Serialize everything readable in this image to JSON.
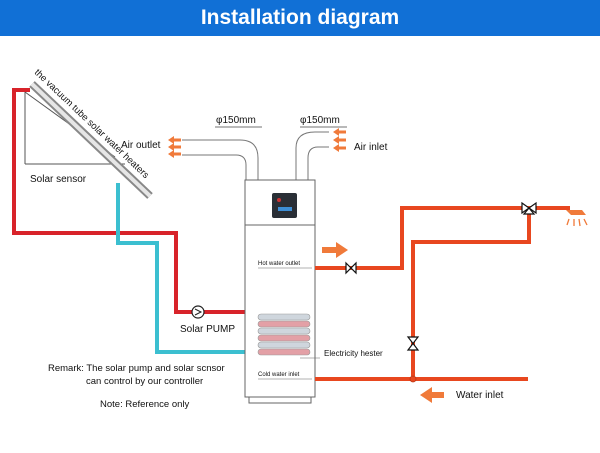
{
  "header": {
    "title": "Installation diagram"
  },
  "labels": {
    "collector": "the vacuum tube solar water heaters",
    "solar_sensor": "Solar sensor",
    "air_outlet": "Air outlet",
    "air_inlet": "Air inlet",
    "duct_left": "φ150mm",
    "duct_right": "φ150mm",
    "hot_water_outlet": "Hot water outlet",
    "cold_water_inlet": "Cold water inlet",
    "electric_heater": "Electricity hester",
    "solar_pump": "Solar PUMP",
    "water_inlet": "Water inlet",
    "remark_line1": "Remark: The solar pump and solar scnsor",
    "remark_line2": "can control by our controller",
    "note": "Note: Reference only"
  },
  "colors": {
    "banner": "#1170d6",
    "hot_pipe": "#e8471f",
    "solar_pipe": "#d8232a",
    "cold_pipe": "#3bbfd0",
    "arrow": "#f07a3a",
    "tank_outline": "#666666"
  }
}
